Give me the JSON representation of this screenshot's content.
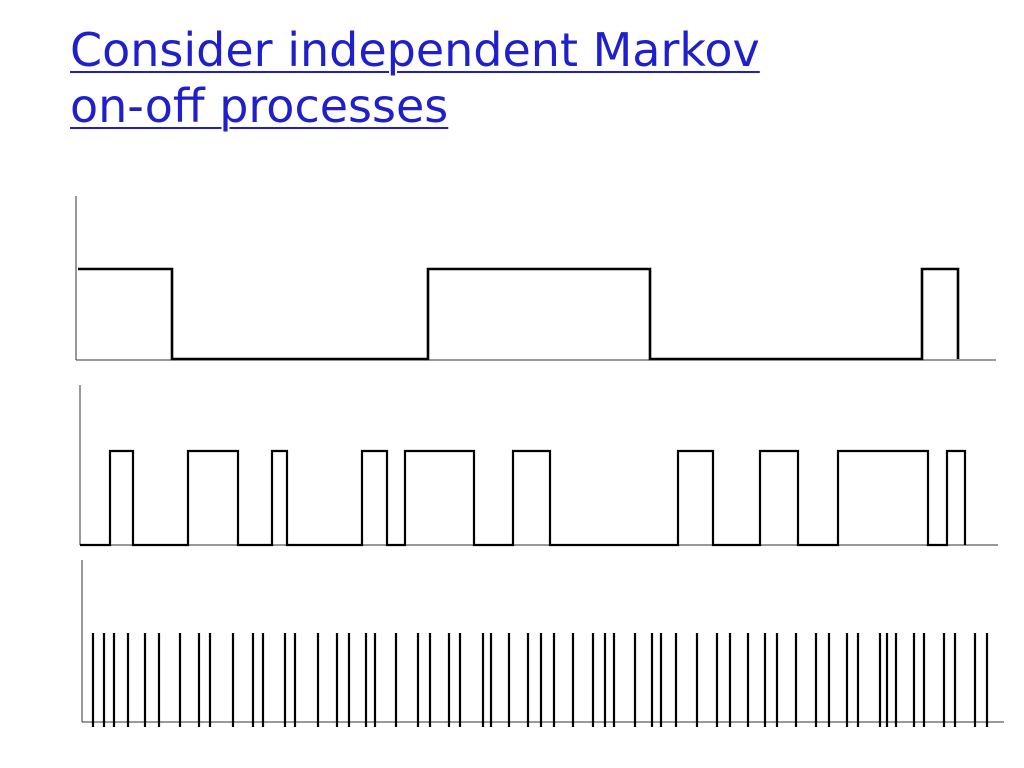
{
  "title": {
    "line1": "Consider independent Markov",
    "line2": "on-off processes"
  },
  "colors": {
    "title": "#1f1fcc",
    "signal": "#000000"
  },
  "processes": [
    {
      "kind": "slow on-off",
      "initial": "on",
      "transitions": [
        172,
        428,
        650,
        922,
        958
      ]
    },
    {
      "kind": "medium on-off",
      "initial": "off",
      "transitions": [
        110,
        133,
        188,
        238,
        272,
        287,
        362,
        387,
        405,
        474,
        513,
        550,
        678,
        713,
        760,
        798,
        838,
        928,
        947,
        965
      ]
    },
    {
      "kind": "fast impulses",
      "pulses": [
        93,
        104,
        114,
        128,
        145,
        159,
        180,
        199,
        210,
        233,
        253,
        263,
        285,
        295,
        318,
        337,
        349,
        366,
        375,
        396,
        418,
        430,
        449,
        460,
        483,
        491,
        509,
        528,
        541,
        554,
        573,
        593,
        605,
        614,
        635,
        652,
        661,
        676,
        697,
        717,
        730,
        748,
        765,
        777,
        796,
        816,
        829,
        847,
        858,
        880,
        887,
        896,
        914,
        924,
        944,
        955,
        975,
        987
      ]
    }
  ]
}
